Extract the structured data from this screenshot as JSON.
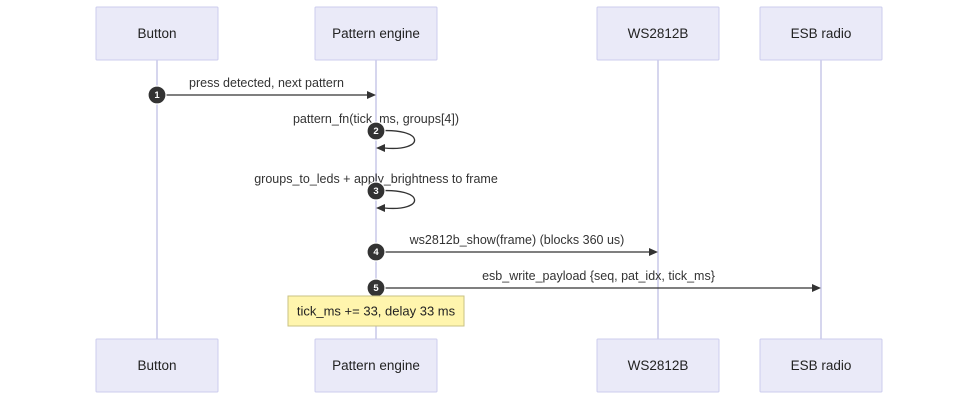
{
  "diagram": {
    "actors": [
      {
        "id": "button",
        "label": "Button"
      },
      {
        "id": "pattern",
        "label": "Pattern engine"
      },
      {
        "id": "ws",
        "label": "WS2812B"
      },
      {
        "id": "esb",
        "label": "ESB radio"
      }
    ],
    "messages": [
      {
        "num": "1",
        "from": "button",
        "to": "pattern",
        "label": "press detected, next pattern"
      },
      {
        "num": "2",
        "from": "pattern",
        "to": "pattern",
        "label": "pattern_fn(tick_ms, groups[4])"
      },
      {
        "num": "3",
        "from": "pattern",
        "to": "pattern",
        "label": "groups_to_leds + apply_brightness to frame"
      },
      {
        "num": "4",
        "from": "pattern",
        "to": "ws",
        "label": "ws2812b_show(frame) (blocks 360 us)"
      },
      {
        "num": "5",
        "from": "pattern",
        "to": "esb",
        "label": "esb_write_payload {seq, pat_idx, tick_ms}"
      }
    ],
    "note": {
      "over": "pattern",
      "text": "tick_ms += 33, delay 33 ms"
    }
  },
  "colors": {
    "actor_fill": "#eaeaf8",
    "actor_border": "#ccccee",
    "lifeline": "#d6d6ee",
    "arrow": "#333333",
    "note_fill": "#fff5ad",
    "note_border": "#c9c284"
  }
}
